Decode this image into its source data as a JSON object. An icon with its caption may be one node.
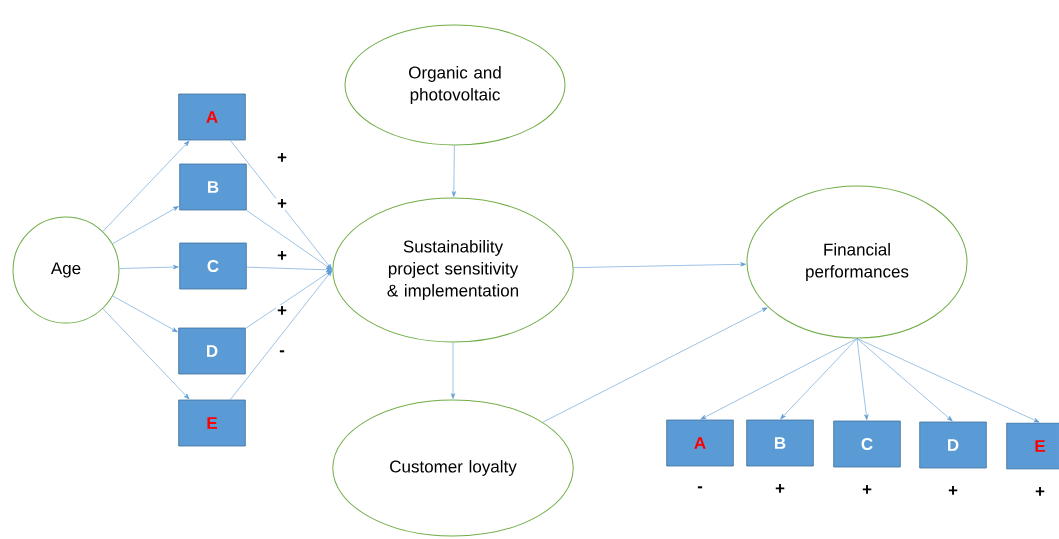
{
  "diagram": {
    "nodes": [
      {
        "text": [
          "Age"
        ]
      },
      {
        "text": [
          "A"
        ]
      },
      {
        "text": [
          "B"
        ]
      },
      {
        "text": [
          "C"
        ]
      },
      {
        "text": [
          "D"
        ]
      },
      {
        "text": [
          "E"
        ]
      },
      {
        "text": [
          "Organic and photovoltaic"
        ]
      },
      {
        "text": [
          "Sustainability project sensitivity & implementation"
        ]
      },
      {
        "text": [
          "Customer loyalty"
        ]
      },
      {
        "text": [
          "Financial performances"
        ]
      },
      {
        "text": [
          "A"
        ],
        "beside": [
          "-"
        ]
      },
      {
        "text": [
          "B"
        ],
        "beside": [
          "+"
        ]
      },
      {
        "text": [
          "C"
        ],
        "beside": [
          "+"
        ]
      },
      {
        "text": [
          "D"
        ],
        "beside": [
          "+"
        ]
      },
      {
        "text": [
          "E"
        ],
        "beside": [
          "+"
        ]
      }
    ],
    "edges": [
      {
        "from": 0,
        "to": 1,
        "arrow": "to"
      },
      {
        "from": 0,
        "to": 2,
        "arrow": "to"
      },
      {
        "from": 0,
        "to": 3,
        "arrow": "to"
      },
      {
        "from": 0,
        "to": 4,
        "arrow": "to"
      },
      {
        "from": 0,
        "to": 5,
        "arrow": "to"
      },
      {
        "from": 1,
        "to": 7,
        "arrow": "to",
        "label": "+"
      },
      {
        "from": 2,
        "to": 7,
        "arrow": "to",
        "label": "+"
      },
      {
        "from": 3,
        "to": 7,
        "arrow": "to",
        "label": "+"
      },
      {
        "from": 4,
        "to": 7,
        "arrow": "to",
        "label": "+"
      },
      {
        "from": 5,
        "to": 7,
        "arrow": "to",
        "label": "-"
      },
      {
        "from": 6,
        "to": 7,
        "arrow": "to"
      },
      {
        "from": 7,
        "to": 9,
        "arrow": "to"
      },
      {
        "from": 7,
        "to": 8,
        "arrow": "to"
      },
      {
        "from": 8,
        "to": 9,
        "arrow": "to"
      },
      {
        "from": 9,
        "to": 10,
        "arrow": "to"
      },
      {
        "from": 9,
        "to": 11,
        "arrow": "to"
      },
      {
        "from": 9,
        "to": 12,
        "arrow": "to"
      },
      {
        "from": 9,
        "to": 13,
        "arrow": "to"
      },
      {
        "from": 9,
        "to": 14,
        "arrow": "to"
      }
    ]
  }
}
